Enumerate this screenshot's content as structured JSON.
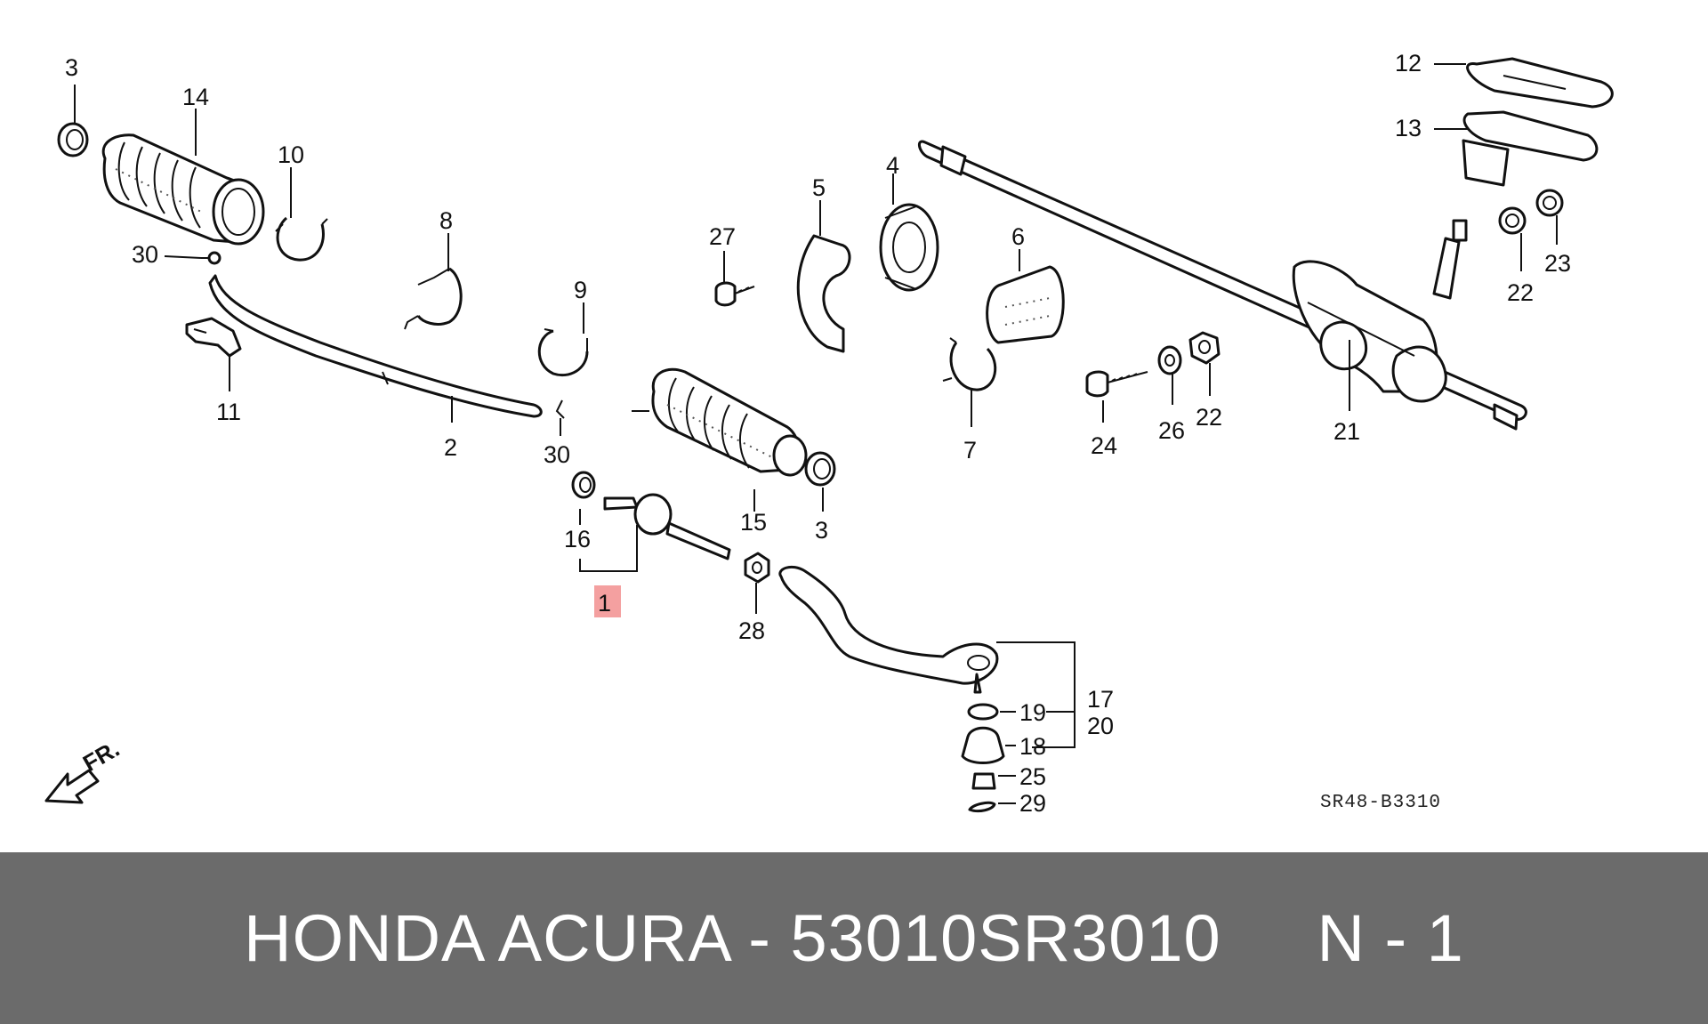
{
  "diagram": {
    "code": "SR48-B3310",
    "direction_label": "FR.",
    "highlight_color": "#f4a0a0",
    "callouts": {
      "p1": "1",
      "p2": "2",
      "p3a": "3",
      "p3b": "3",
      "p4": "4",
      "p5": "5",
      "p6": "6",
      "p7": "7",
      "p8": "8",
      "p9": "9",
      "p10": "10",
      "p11": "11",
      "p12": "12",
      "p13": "13",
      "p14": "14",
      "p15": "15",
      "p16": "16",
      "p17": "17",
      "p18": "18",
      "p19": "19",
      "p20": "20",
      "p21": "21",
      "p22a": "22",
      "p22b": "22",
      "p23": "23",
      "p24": "24",
      "p25": "25",
      "p26": "26",
      "p27": "27",
      "p28": "28",
      "p29": "29",
      "p30a": "30",
      "p30b": "30"
    }
  },
  "footer": {
    "text": "HONDA ACURA - 53010SR3010     N - 1",
    "background": "#6b6b6b"
  }
}
